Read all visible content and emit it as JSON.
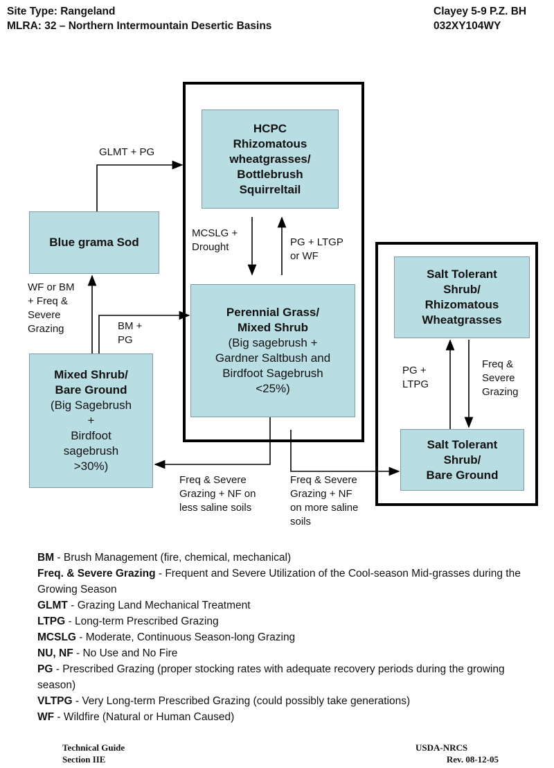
{
  "header": {
    "site_type": "Site Type:  Rangeland",
    "mlra": "MLRA: 32 – Northern Intermountain Desertic Basins",
    "site_name": "Clayey 5-9 P.Z. BH",
    "site_id": "032XY104WY"
  },
  "states": {
    "hcpc": {
      "title": [
        "HCPC",
        "Rhizomatous",
        "wheatgrasses/",
        "Bottlebrush",
        "Squirreltail"
      ]
    },
    "perennial": {
      "title": [
        "Perennial Grass/",
        "Mixed Shrub"
      ],
      "desc": [
        "(Big sagebrush +",
        "Gardner Saltbush and",
        "Birdfoot Sagebrush",
        "<25%)"
      ]
    },
    "blue_grama": {
      "title": [
        "Blue grama Sod"
      ]
    },
    "mixed_shrub": {
      "title": [
        "Mixed Shrub/",
        "Bare Ground"
      ],
      "desc": [
        "(Big Sagebrush",
        "+",
        "Birdfoot",
        "sagebrush",
        ">30%)"
      ]
    },
    "salt_rhizo": {
      "title": [
        "Salt Tolerant",
        "Shrub/",
        "Rhizomatous",
        "Wheatgrasses"
      ]
    },
    "salt_bare": {
      "title": [
        "Salt Tolerant",
        "Shrub/",
        "Bare Ground"
      ]
    }
  },
  "transitions": {
    "glmt_pg": [
      "GLMT + PG"
    ],
    "mcslg": [
      "MCSLG +",
      "Drought"
    ],
    "pg_ltgp": [
      "PG + LTGP",
      "or WF"
    ],
    "wf_bm": [
      "WF or BM",
      "+ Freq &",
      "Severe",
      "Grazing"
    ],
    "bm_pg": [
      "BM +",
      "PG"
    ],
    "less_saline": [
      "Freq & Severe",
      "Grazing + NF on",
      "less saline soils"
    ],
    "more_saline": [
      "Freq & Severe",
      "Grazing + NF",
      "on more saline",
      "soils"
    ],
    "pg_ltpg": [
      "PG +",
      "LTPG"
    ],
    "freq_severe": [
      "Freq &",
      "Severe",
      "Grazing"
    ]
  },
  "legend": [
    {
      "abbr": "BM",
      "def": "Brush Management (fire, chemical, mechanical)"
    },
    {
      "abbr": "Freq. & Severe Grazing",
      "def": "Frequent and Severe Utilization of the Cool-season Mid-grasses during the Growing Season"
    },
    {
      "abbr": "GLMT",
      "def": "Grazing Land Mechanical Treatment"
    },
    {
      "abbr": "LTPG",
      "def": "Long-term Prescribed Grazing"
    },
    {
      "abbr": "MCSLG",
      "def": "Moderate, Continuous Season-long Grazing"
    },
    {
      "abbr": "NU, NF",
      "def": "No Use and No Fire"
    },
    {
      "abbr": "PG",
      "def": "Prescribed Grazing (proper stocking rates with adequate recovery periods during the growing season)"
    },
    {
      "abbr": "VLTPG",
      "def": "Very Long-term Prescribed Grazing (could possibly take generations)"
    },
    {
      "abbr": "WF",
      "def": "Wildfire (Natural or Human Caused)"
    }
  ],
  "footer": {
    "left1": "Technical Guide",
    "left2": "Section IIE",
    "right1": "USDA-NRCS",
    "right2": "Rev. 08-12-05"
  },
  "colors": {
    "box_fill": "#b8dde2"
  }
}
